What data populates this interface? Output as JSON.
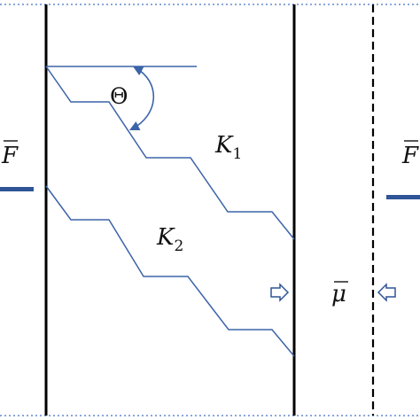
{
  "labels": {
    "force_left": "F",
    "force_right": "F",
    "angle": "Θ",
    "crack_k1": "K",
    "crack_k1_sub": "1",
    "crack_k2": "K",
    "crack_k2_sub": "2",
    "gap": "μ"
  },
  "colors": {
    "line": "#000000",
    "crack": "#3b63a8",
    "arrow": "#2f5597",
    "boundary": "#4472c4"
  }
}
